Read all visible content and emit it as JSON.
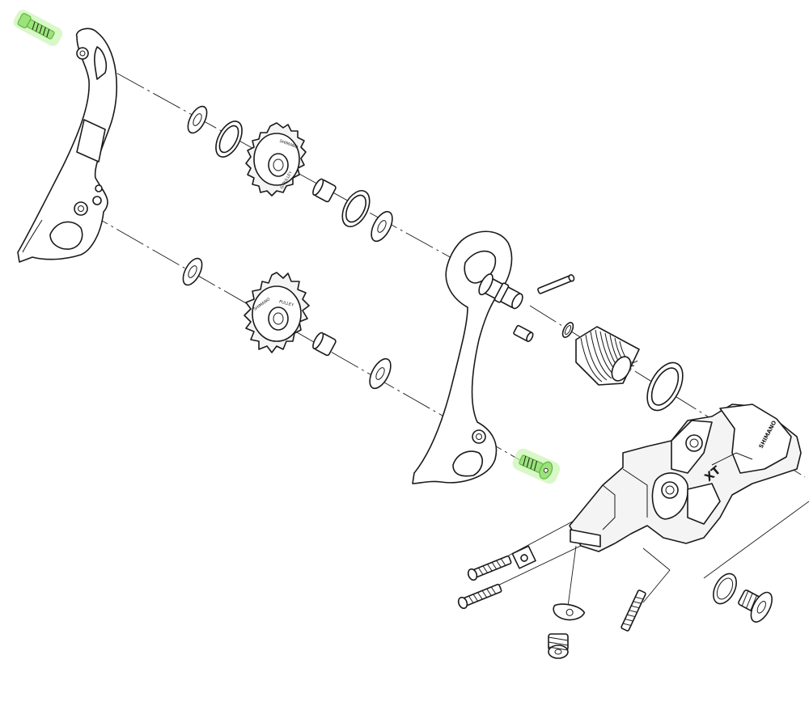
{
  "diagram": {
    "upper_pulley_marking": "SHIMANO",
    "upper_pulley_ring_text": "G-PULLEY",
    "lower_pulley_marking": "SHIMANO",
    "lower_pulley_ring_text": "PULLEY",
    "body_brand": "SHIMANO",
    "body_model": "XT",
    "highlight_color": "#9be37a"
  }
}
